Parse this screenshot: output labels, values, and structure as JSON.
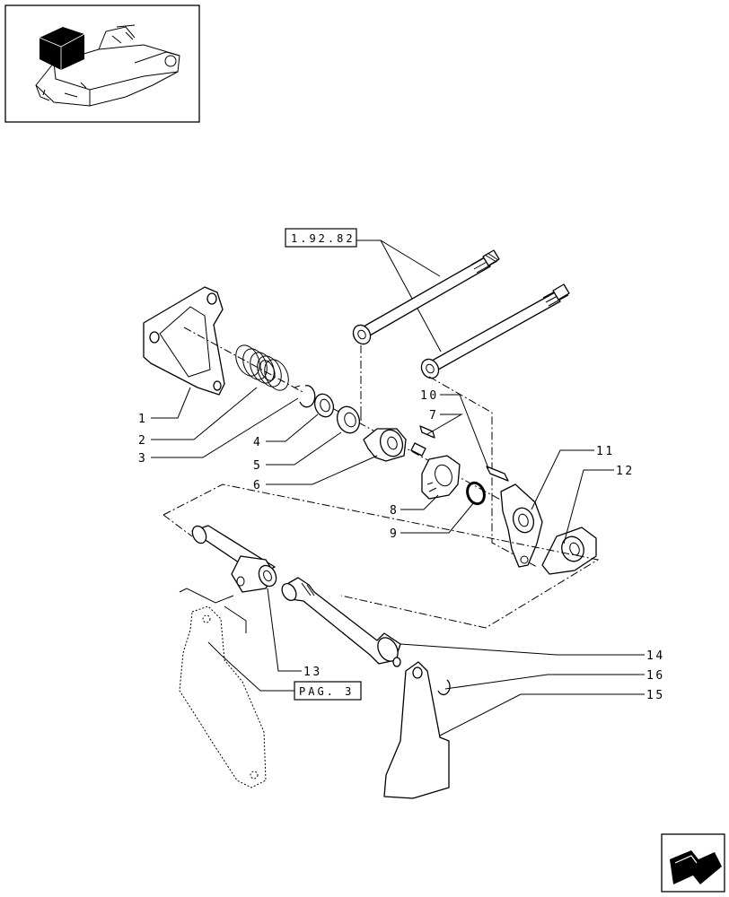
{
  "reference_boxes": {
    "top": "1.92.82",
    "bottom": "PAG. 3"
  },
  "callouts": [
    {
      "id": "c1",
      "label": "1"
    },
    {
      "id": "c2",
      "label": "2"
    },
    {
      "id": "c3",
      "label": "3"
    },
    {
      "id": "c4",
      "label": "4"
    },
    {
      "id": "c5",
      "label": "5"
    },
    {
      "id": "c6",
      "label": "6"
    },
    {
      "id": "c7",
      "label": "7"
    },
    {
      "id": "c8",
      "label": "8"
    },
    {
      "id": "c9",
      "label": "9"
    },
    {
      "id": "c10",
      "label": "10"
    },
    {
      "id": "c11",
      "label": "11"
    },
    {
      "id": "c12",
      "label": "12"
    },
    {
      "id": "c13",
      "label": "13"
    },
    {
      "id": "c14",
      "label": "14"
    },
    {
      "id": "c15",
      "label": "15"
    },
    {
      "id": "c16",
      "label": "16"
    }
  ],
  "icons": {
    "thumbnail": "assembly-thumbnail-icon",
    "navigation": "next-page-arrow-icon"
  }
}
